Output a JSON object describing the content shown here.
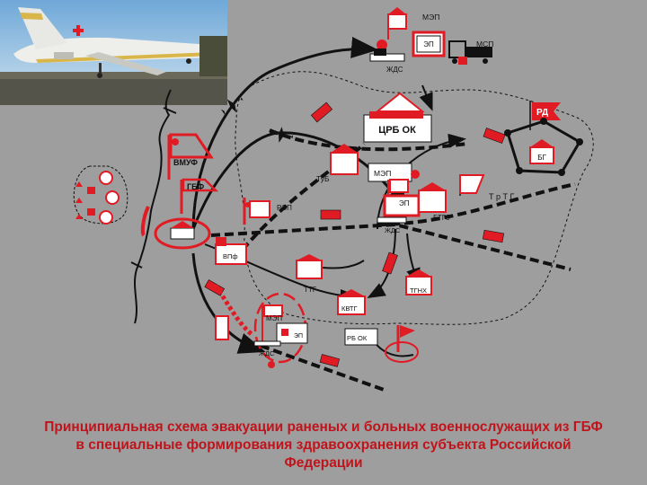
{
  "colors": {
    "background": "#9e9e9e",
    "accent_red": "#e01b24",
    "line_black": "#111111",
    "box_white": "#ffffff",
    "caption_red": "#c0141c"
  },
  "photo": {
    "icon": "airplane-photo"
  },
  "labels": {
    "mep_top": "МЭП",
    "ep_top": "ЭП",
    "msp": "МСП",
    "zhds_top": "ЖДС",
    "crb_ok": "ЦРБ ОК",
    "rd": "РД",
    "bg": "БГ",
    "vmuf": "ВМУФ",
    "gbf": "ГБФ",
    "tub": "ТуБ",
    "mep_center": "МЭП",
    "ep_center": "ЭП",
    "trtg": "Т р Т Г",
    "btgz": "БТГЗ",
    "rep": "РЭП",
    "zhds_center": "ЖДС",
    "vpf": "ВПф",
    "ttg": "ТТГ",
    "tgnh": "ТГНХ",
    "kvtg": "КВТГ",
    "mep_bottom": "МЭП",
    "ep_bottom": "ЭП",
    "zhds_bottom": "ЖДС",
    "rb_ok": "РБ  ОК"
  },
  "caption": {
    "line1": "Принципиальная схема эвакуации раненых и больных военнослужащих из ГБФ",
    "line2": "в специальные формирования здравоохранения субъекта Российской",
    "line3": "Федерации"
  }
}
